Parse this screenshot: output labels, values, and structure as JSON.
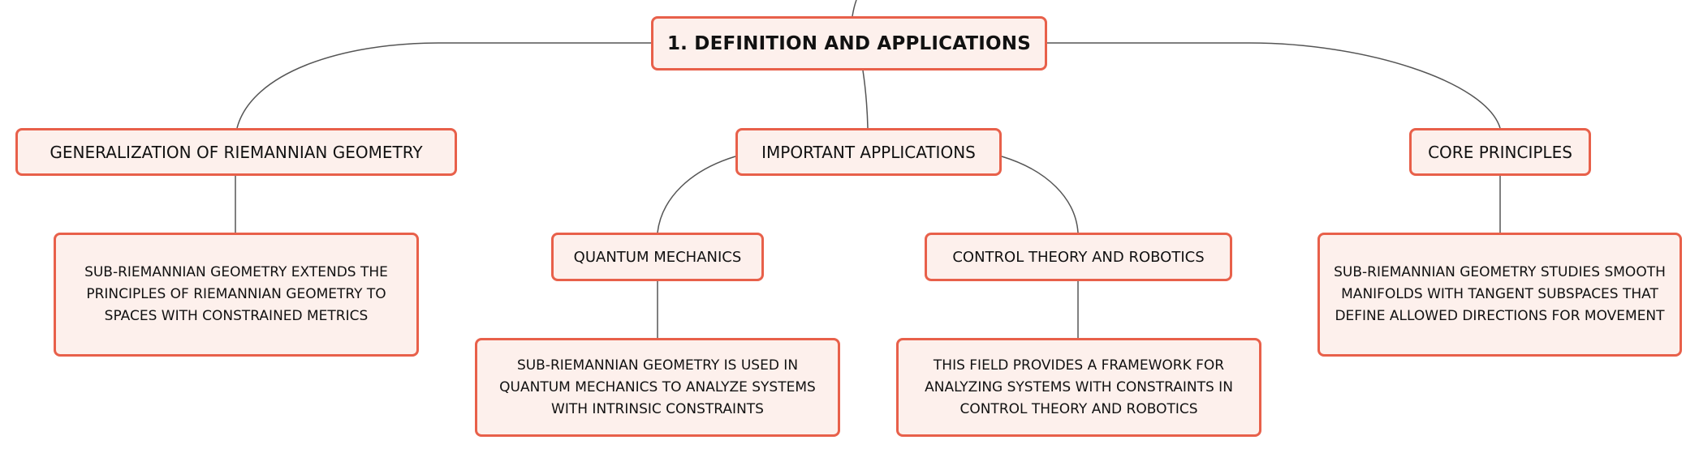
{
  "colors": {
    "node_fill": "#fdf0ec",
    "node_border": "#e8604a",
    "connector": "#555555"
  },
  "root": {
    "label": "1. DEFINITION AND APPLICATIONS"
  },
  "branches": {
    "generalization": {
      "label": "GENERALIZATION OF RIEMANNIAN GEOMETRY",
      "detail": "SUB-RIEMANNIAN GEOMETRY EXTENDS THE PRINCIPLES OF RIEMANNIAN GEOMETRY TO SPACES WITH CONSTRAINED METRICS"
    },
    "applications": {
      "label": "IMPORTANT APPLICATIONS",
      "quantum": {
        "label": "QUANTUM MECHANICS",
        "detail": "SUB-RIEMANNIAN GEOMETRY IS USED IN QUANTUM MECHANICS TO ANALYZE SYSTEMS WITH INTRINSIC CONSTRAINTS"
      },
      "control": {
        "label": "CONTROL THEORY AND ROBOTICS",
        "detail": "THIS FIELD PROVIDES A FRAMEWORK FOR ANALYZING SYSTEMS WITH CONSTRAINTS IN CONTROL THEORY AND ROBOTICS"
      }
    },
    "core": {
      "label": "CORE PRINCIPLES",
      "detail": "SUB-RIEMANNIAN GEOMETRY STUDIES SMOOTH MANIFOLDS WITH TANGENT SUBSPACES THAT DEFINE ALLOWED DIRECTIONS FOR MOVEMENT"
    }
  }
}
